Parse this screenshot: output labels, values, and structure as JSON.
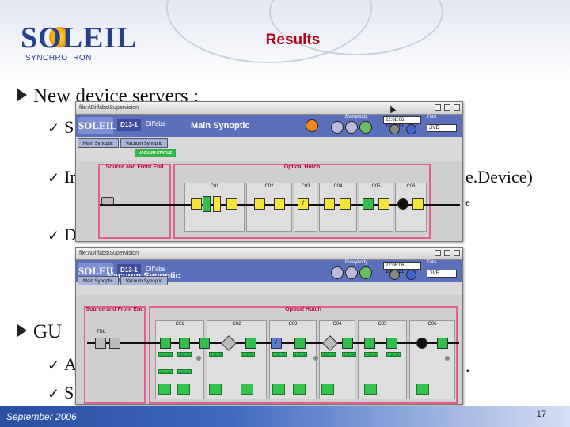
{
  "slide": {
    "logo_text": "SOLEIL",
    "logo_subtitle": "SYNCHROTRON",
    "title": "Results",
    "footer_date": "September 2006",
    "page_number": "17"
  },
  "bullets": [
    {
      "level": 1,
      "text": "New device servers :"
    },
    {
      "level": 2,
      "text": "S"
    },
    {
      "level": 2,
      "text": "In"
    },
    {
      "level": 2,
      "text": "e.Device)"
    },
    {
      "level": 2,
      "text": "e"
    },
    {
      "level": 2,
      "text": "D"
    },
    {
      "level": 1,
      "text": "GU"
    },
    {
      "level": 2,
      "text": "A"
    },
    {
      "level": 2,
      "text": "."
    },
    {
      "level": 2,
      "text": "Sp"
    }
  ],
  "main_window": {
    "title": "file:/\\Diffabs\\Supervision",
    "badge": "D13-1",
    "app_name": "Diffabs",
    "synoptic_title": "Main Synoptic",
    "user_label": "Everybody",
    "date_field": "22:08:06 10:44:51",
    "user_field": "Tuto",
    "jive_field": "JIVE",
    "tabs": [
      "Main Synoptic",
      "Vacuum Synoptic"
    ],
    "status_button": "VACUUM STATUS",
    "sections": {
      "front_end": "Source and Front End",
      "optical_hutch": "Optical Hutch"
    },
    "subsections": [
      "C01",
      "C02",
      "C03",
      "C04",
      "C05",
      "C06"
    ]
  },
  "vacuum_window": {
    "title": "file:/\\Diffabs\\Supervision",
    "badge": "D13-1",
    "app_name": "Diffabs",
    "synoptic_title": "Vacuum Synoptic",
    "user_label": "Everybody",
    "date_field": "22:08:06 10:44:51",
    "user_field": "Tuto",
    "jive_field": "JIVE",
    "tabs": [
      "Main Synoptic",
      "Vacuum Synoptic"
    ],
    "sections": {
      "front_end": "Source and Front End",
      "optical_hutch": "Optical Hutch"
    },
    "subsections": [
      "C01",
      "C02",
      "C03",
      "C04",
      "C05",
      "C06"
    ],
    "front_end_label": "TDL",
    "gauge_values": [
      "4.7E-09",
      "8.6E-09",
      "8.6E-09",
      "8.4E-09",
      "4.5E-09",
      "6.5E-09",
      "5.6E-09",
      "4.7E-09",
      "5.6E-09",
      "3.7E-09",
      "4.2E-09",
      "1.2E-08"
    ]
  },
  "colors": {
    "title_red": "#b3001b",
    "window_header": "#5b6fbb",
    "section_border": "#e0618e",
    "ok_green": "#2fbf4a"
  }
}
